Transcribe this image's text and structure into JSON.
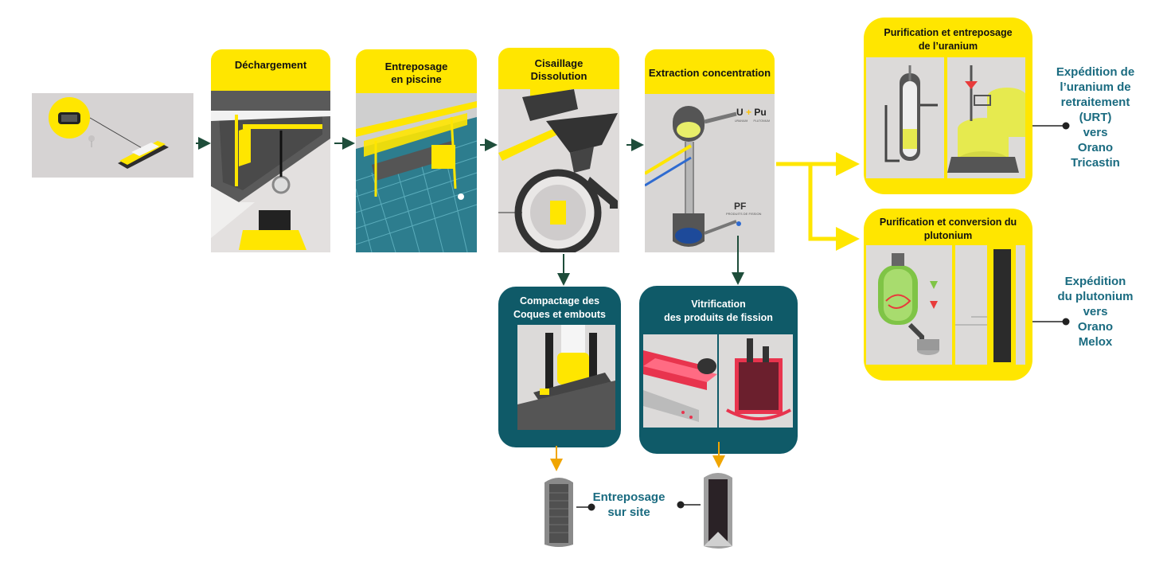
{
  "stages": [
    {
      "id": "dechargement",
      "title": "Déchargement"
    },
    {
      "id": "entreposage",
      "title": "Entreposage en piscine",
      "lines": [
        "Entreposage",
        "en piscine"
      ]
    },
    {
      "id": "cisaillage",
      "title": "Cisaillage Dissolution",
      "lines": [
        "Cisaillage",
        "Dissolution"
      ]
    },
    {
      "id": "extraction",
      "title": "Extraction concentration"
    }
  ],
  "extraction_labels": {
    "u": "U",
    "plus": "+",
    "pu": "Pu",
    "u_sub": "URANIUM",
    "pu_sub": "PLUTONIUM",
    "pf": "PF",
    "pf_sub": "PRODUITS DE FISSION"
  },
  "uranium": {
    "lines": [
      "Purification et entreposage",
      "de l’uranium"
    ]
  },
  "plutonium": {
    "lines": [
      "Purification et conversion du",
      "plutonium"
    ]
  },
  "compactage": {
    "lines": [
      "Compactage des",
      "Coques et embouts"
    ]
  },
  "vitrification": {
    "lines": [
      "Vitrification",
      "des produits de fission"
    ]
  },
  "storage": {
    "lines": [
      "Entreposage",
      "sur site"
    ]
  },
  "ship_uranium": {
    "lines": [
      "Expédition de",
      "l’uranium de",
      "retraitement",
      "(URT)",
      "vers",
      "Orano",
      "Tricastin"
    ]
  },
  "ship_plutonium": {
    "lines": [
      "Expédition",
      "du plutonium",
      "vers",
      "Orano",
      "Melox"
    ]
  },
  "colors": {
    "yellow": "#ffe600",
    "teal": "#0f5a68",
    "text_teal": "#1a6b80",
    "arrow_green": "#1e4d3a",
    "arrow_orange": "#f0a500"
  }
}
